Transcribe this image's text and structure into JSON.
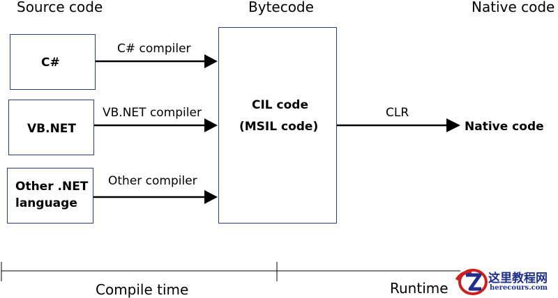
{
  "headers": {
    "source": "Source code",
    "bytecode": "Bytecode",
    "native": "Native code"
  },
  "source_boxes": [
    {
      "label": "C#"
    },
    {
      "label": "VB.NET"
    },
    {
      "label_line1": "Other .NET",
      "label_line2": "language"
    }
  ],
  "compilers": [
    "C# compiler",
    "VB.NET compiler",
    "Other compiler"
  ],
  "cil_box": {
    "line1": "CIL code",
    "line2": "(MSIL code)"
  },
  "runtime_arrow": {
    "label": "CLR"
  },
  "native_output": "Native code",
  "timeline": {
    "compile": "Compile time",
    "runtime": "Runtime"
  },
  "watermark": {
    "cn": "这里教程网",
    "url": "herecours.com"
  },
  "colors": {
    "box_border": "#2b3a78",
    "arrow": "#000000",
    "watermark_red": "#cc1f1f",
    "watermark_blue": "#1d2f8a"
  }
}
